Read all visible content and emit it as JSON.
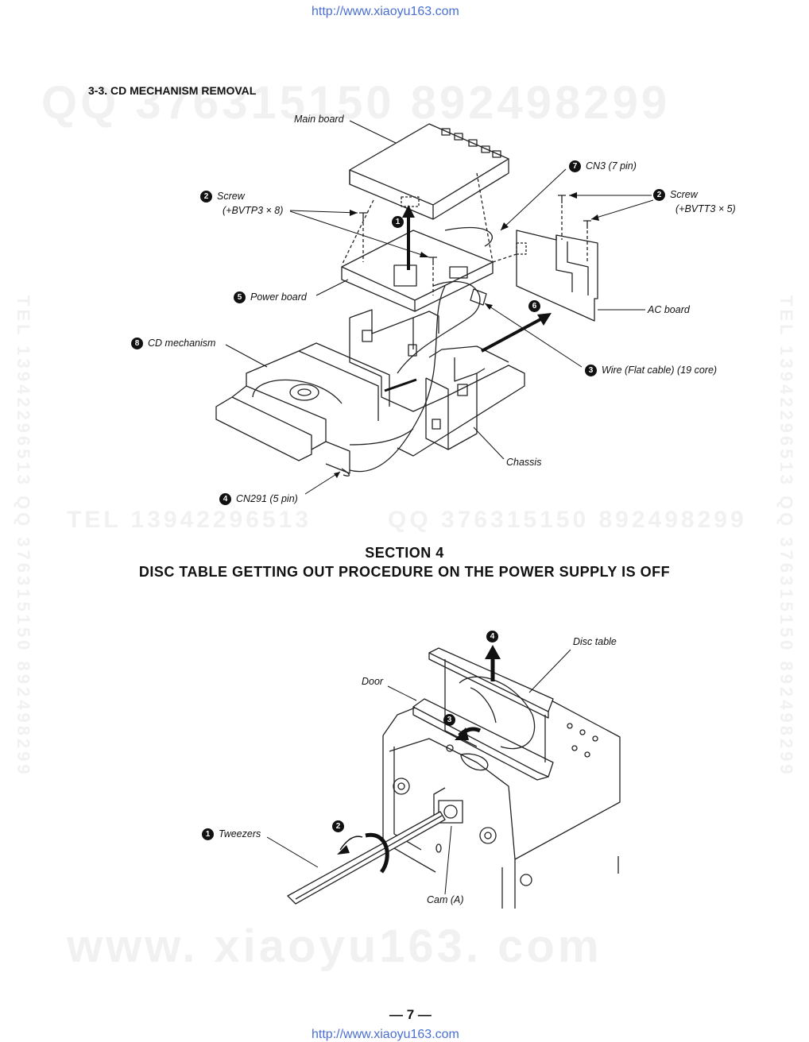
{
  "header": {
    "url_top": "http://www.xiaoyu163.com",
    "url_bottom": "http://www.xiaoyu163.com"
  },
  "watermarks": {
    "qq_top": "QQ 376315150   892498299",
    "tel_mid": "TEL 13942296513",
    "qq_mid": "QQ 376315150  892498299",
    "site_bottom": "www. xiaoyu163. com",
    "vertical_left": "TEL 13942296513  QQ 376315150  892498299",
    "vertical_right": "TEL 13942296513  QQ 376315150  892498299"
  },
  "section33": {
    "heading": "3-3. CD MECHANISM REMOVAL",
    "labels": {
      "main_board": "Main board",
      "screw_left": "Screw",
      "screw_left_spec": "(+BVTP3 × 8)",
      "screw_right": "Screw",
      "screw_right_spec": "(+BVTT3 × 5)",
      "cn3": "CN3 (7 pin)",
      "power_board": "Power board",
      "ac_board": "AC board",
      "cd_mechanism": "CD mechanism",
      "wire": "Wire (Flat cable) (19 core)",
      "chassis": "Chassis",
      "cn291": "CN291 (5 pin)"
    },
    "step_numbers": {
      "screw_left": "2",
      "screw_right": "2",
      "cn3": "7",
      "power_board": "5",
      "cd_mechanism": "8",
      "wire": "3",
      "cn291": "4",
      "step1": "1",
      "step6": "6"
    }
  },
  "section4": {
    "title_line1": "SECTION 4",
    "title_line2": "DISC TABLE GETTING OUT PROCEDURE ON THE POWER SUPPLY IS OFF",
    "labels": {
      "disc_table": "Disc table",
      "door": "Door",
      "tweezers": "Tweezers",
      "cam": "Cam (A)"
    },
    "step_numbers": {
      "tweezers": "1",
      "step2": "2",
      "step3": "3",
      "step4": "4"
    }
  },
  "footer": {
    "page_number": "— 7 —"
  }
}
